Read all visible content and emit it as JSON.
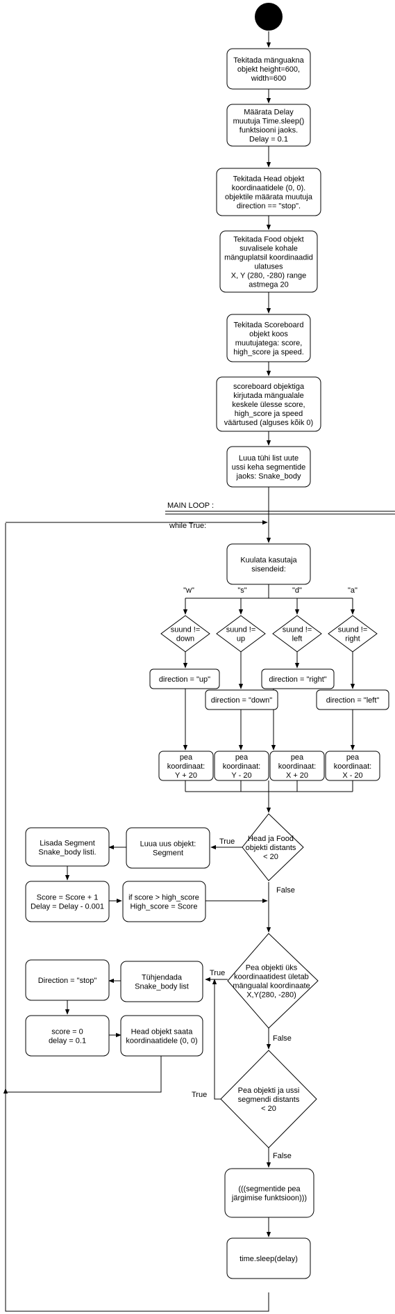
{
  "diagram": {
    "start_color": "#000000",
    "header": {
      "main_loop": "MAIN LOOP :",
      "while_true": "while True:"
    },
    "nodes": {
      "create_window": [
        "Tekitada mänguakna",
        "objekt height=600,",
        "width=600"
      ],
      "set_delay": [
        "Määrata Delay",
        "muutuja Time.sleep()",
        "funktsiooni jaoks.",
        "Delay = 0.1"
      ],
      "create_head": [
        "Tekitada Head objekt",
        "koordinaatidele (0, 0).",
        "objektile määrata muutuja",
        "direction == \"stop\"."
      ],
      "create_food": [
        "Tekitada Food objekt",
        "suvalisele kohale",
        "mänguplatsil koordinaadid",
        "ulatuses",
        "X, Y (280, -280) range",
        "astmega 20"
      ],
      "create_scoreboard": [
        "Tekitada Scoreboard",
        "objekt koos",
        "muutujatega: score,",
        "high_score ja speed."
      ],
      "write_scores": [
        "scoreboard objektiga",
        "kirjutada mängualale",
        "keskele ülesse score,",
        "high_score ja speed",
        "väärtused (alguses kõik 0)"
      ],
      "create_list": [
        "Luua tühi list uute",
        "ussi keha segmentide",
        "jaoks: Snake_body"
      ],
      "listen_input": [
        "Kuulata kasutaja",
        "sisendeid:"
      ],
      "dir_not_down": [
        "suund !=",
        "down"
      ],
      "dir_not_up": [
        "suund !=",
        "up"
      ],
      "dir_not_left": [
        "suund !=",
        "left"
      ],
      "dir_not_right": [
        "suund !=",
        "right"
      ],
      "set_up": [
        "direction = \"up\""
      ],
      "set_down": [
        "direction = \"down\""
      ],
      "set_right": [
        "direction = \"right\""
      ],
      "set_left": [
        "direction = \"left\""
      ],
      "head_y_plus": [
        "pea",
        "koordinaat:",
        "Y + 20"
      ],
      "head_y_minus": [
        "pea",
        "koordinaat:",
        "Y - 20"
      ],
      "head_x_plus": [
        "pea",
        "koordinaat:",
        "X + 20"
      ],
      "head_x_minus": [
        "pea",
        "koordinaat:",
        "X - 20"
      ],
      "food_check": [
        "Head ja Food",
        "objekti distants",
        "< 20"
      ],
      "new_segment": [
        "Luua uus objekt:",
        "Segment"
      ],
      "add_segment": [
        "Lisada Segment",
        "Snake_body listi."
      ],
      "update_score": [
        "Score = Score + 1",
        "Delay = Delay - 0.001"
      ],
      "high_score": [
        "if score > high_score",
        "High_score = Score"
      ],
      "border_check": [
        "Pea objekti üks",
        "koordinaatidest ületab",
        "mängualal koordinaate",
        "X,Y(280, -280)"
      ],
      "clear_list": [
        "Tühjendada",
        "Snake_body list"
      ],
      "direction_stop": [
        "Direction = \"stop\""
      ],
      "reset_score": [
        "score = 0",
        "delay = 0.1"
      ],
      "reset_head": [
        "Head objekt saata",
        "koordinaatidele (0, 0)"
      ],
      "self_collision": [
        "Pea objekti ja ussi",
        "segmendi distants",
        "< 20"
      ],
      "follow_segments": [
        "(((segmentide pea",
        "järgimise funktsioon)))"
      ],
      "sleep": [
        "time.sleep(delay)"
      ]
    },
    "key_labels": {
      "w": "\"w\"",
      "s": "\"s\"",
      "d": "\"d\"",
      "a": "\"a\""
    },
    "branch_labels": {
      "food_true": "True",
      "food_false": "False",
      "border_true": "True",
      "border_false": "False",
      "self_true": "True",
      "self_false": "False"
    }
  }
}
